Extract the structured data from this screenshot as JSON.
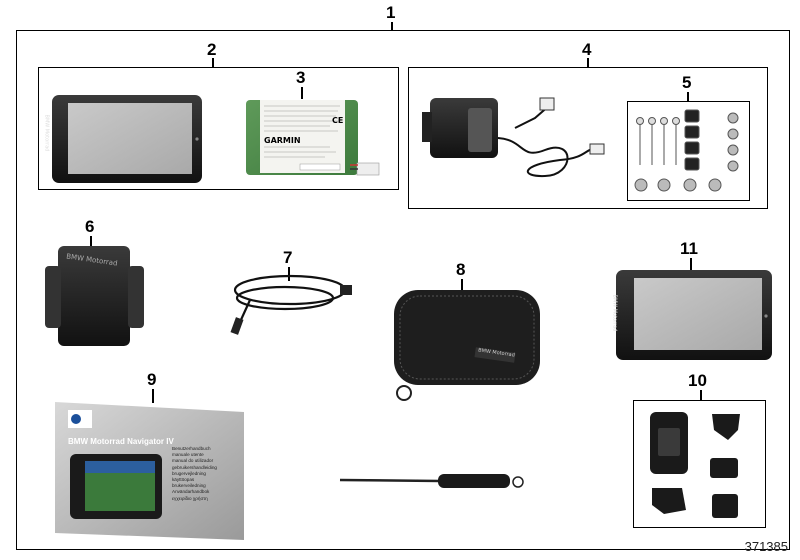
{
  "diagram": {
    "callouts": {
      "c1": "1",
      "c2": "2",
      "c3": "3",
      "c4": "4",
      "c5": "5",
      "c6": "6",
      "c7": "7",
      "c8": "8",
      "c9": "9",
      "c10": "10",
      "c11": "11"
    },
    "diagram_number": "371385"
  },
  "printed": {
    "battery_brand": "GARMIN",
    "battery_ce": "CE",
    "device_side_label": "BMW Motorrad",
    "cradle_label": "BMW Motorrad",
    "case_label": "BMW Motorrad",
    "manual_title": "BMW Motorrad Navigator IV",
    "manual_languages": [
      "Benutzerhandbuch",
      "manuale utente",
      "manual do utilizador",
      "gebruikershandleiding",
      "brugervejledning",
      "käyttöopas",
      "brukerveiledning",
      "Användarhandbok",
      "εγχειρίδιο χρήστη"
    ]
  }
}
